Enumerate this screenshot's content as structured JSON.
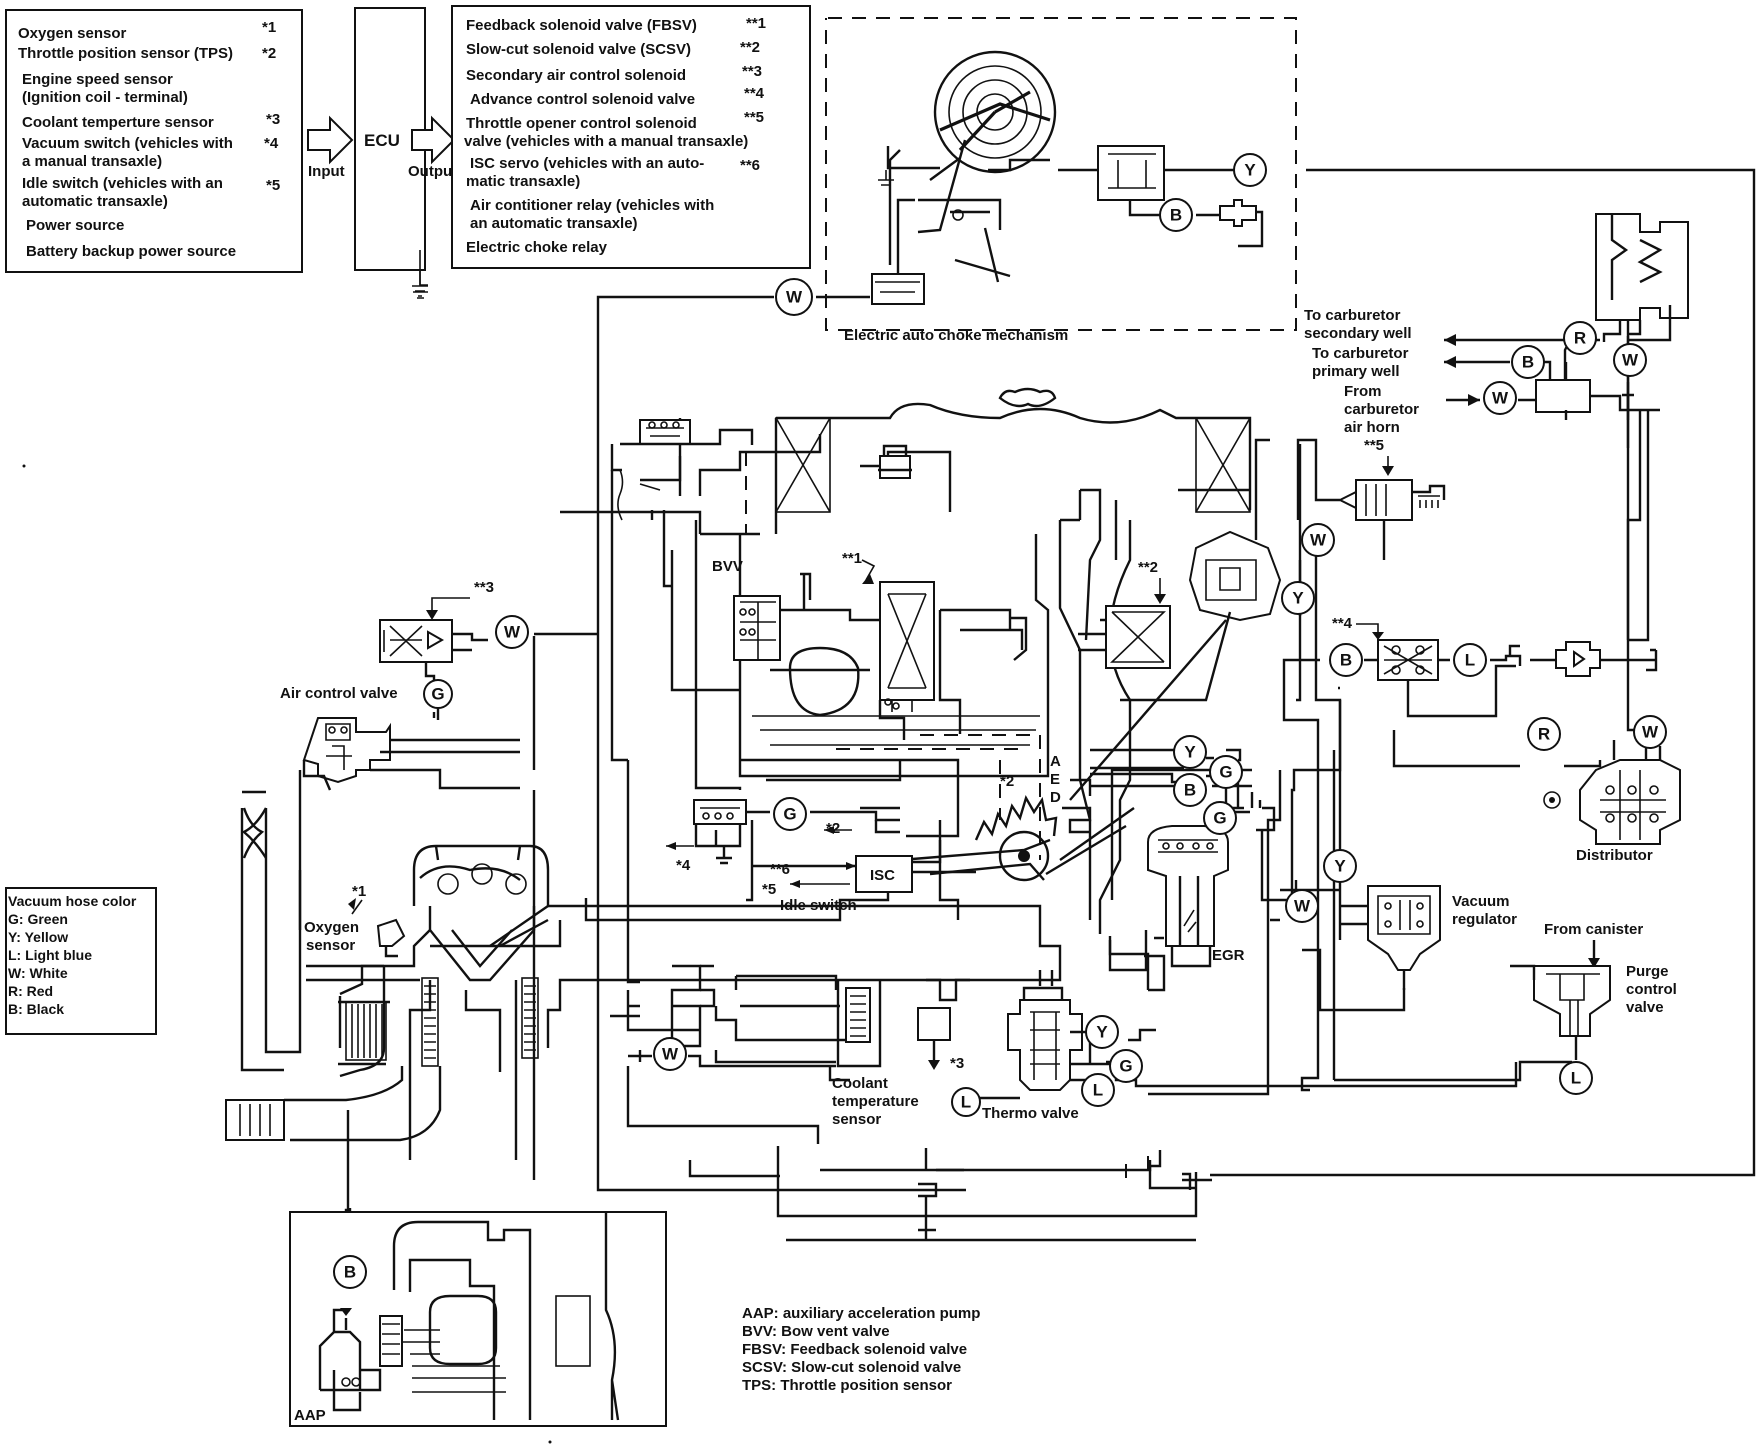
{
  "inputs": {
    "items": [
      {
        "label": "Oxygen sensor",
        "ref": "*1"
      },
      {
        "label": "Throttle position sensor (TPS)",
        "ref": "*2"
      },
      {
        "label": "Engine speed sensor",
        "ref": ""
      },
      {
        "label": "(Ignition coil - terminal)",
        "ref": ""
      },
      {
        "label": "Coolant temperture sensor",
        "ref": "*3"
      },
      {
        "label": "Vacuum switch (vehicles with",
        "ref": "*4"
      },
      {
        "label": "a manual transaxle)",
        "ref": ""
      },
      {
        "label": "Idle switch (vehicles with an",
        "ref": "*5"
      },
      {
        "label": "automatic transaxle)",
        "ref": ""
      },
      {
        "label": "Power source",
        "ref": ""
      },
      {
        "label": "Battery backup power source",
        "ref": ""
      }
    ]
  },
  "ecu": {
    "label": "ECU",
    "input_label": "Input",
    "output_label": "Output"
  },
  "outputs": {
    "items": [
      {
        "label": "Feedback solenoid valve (FBSV)",
        "ref": "**1"
      },
      {
        "label": "Slow-cut solenoid valve (SCSV)",
        "ref": "**2"
      },
      {
        "label": "Secondary air control solenoid",
        "ref": "**3"
      },
      {
        "label": "Advance control solenoid valve",
        "ref": "**4"
      },
      {
        "label": "Throttle opener control solenoid",
        "ref": "**5"
      },
      {
        "label": "valve (vehicles with a manual transaxle)",
        "ref": ""
      },
      {
        "label": "ISC servo (vehicles with an auto-",
        "ref": "**6"
      },
      {
        "label": "matic transaxle)",
        "ref": ""
      },
      {
        "label": "Air contitioner relay (vehicles with",
        "ref": ""
      },
      {
        "label": "an automatic transaxle)",
        "ref": ""
      },
      {
        "label": "Electric choke relay",
        "ref": ""
      }
    ]
  },
  "legend": {
    "title": "Vacuum hose color",
    "items": [
      "G: Green",
      "Y: Yellow",
      "L: Light blue",
      "W: White",
      "R: Red",
      "B: Black"
    ]
  },
  "abbreviations": [
    "AAP: auxiliary acceleration pump",
    "BVV: Bow vent valve",
    "FBSV: Feedback solenoid  valve",
    "SCSV: Slow-cut solenoid valve",
    "TPS: Throttle position sensor"
  ],
  "labels": {
    "electric_choke": "Electric auto choke mechanism",
    "to_secondary_1": "To carburetor",
    "to_secondary_2": "secondary well",
    "to_primary_1": "To carburetor",
    "to_primary_2": "primary well",
    "from_airhorn_1": "From",
    "from_airhorn_2": "carburetor",
    "from_airhorn_3": "air horn",
    "air_control_valve": "Air control valve",
    "bvv": "BVV",
    "oxygen_sensor_1": "Oxygen",
    "oxygen_sensor_2": "sensor",
    "isc": "ISC",
    "idle_switch": "Idle switch",
    "egr": "EGR",
    "vacuum_regulator_1": "Vacuum",
    "vacuum_regulator_2": "regulator",
    "distributor": "Distributor",
    "from_canister": "From canister",
    "purge_1": "Purge",
    "purge_2": "control",
    "purge_3": "valve",
    "coolant_1": "Coolant",
    "coolant_2": "temperature",
    "coolant_3": "sensor",
    "thermo_valve": "Thermo valve",
    "aap": "AAP",
    "port_a": "A",
    "port_e": "E",
    "port_d": "D",
    "ref_s1": "*1",
    "ref_s2": "*2",
    "ref_s3": "*3",
    "ref_s4": "*4",
    "ref_s5": "*5",
    "ref_d1": "**1",
    "ref_d2": "**2",
    "ref_d3": "**3",
    "ref_d4": "**4",
    "ref_d5": "**5",
    "ref_d6": "**6"
  },
  "hose_tags": {
    "W": "W",
    "Y": "Y",
    "B": "B",
    "R": "R",
    "G": "G",
    "L": "L"
  }
}
